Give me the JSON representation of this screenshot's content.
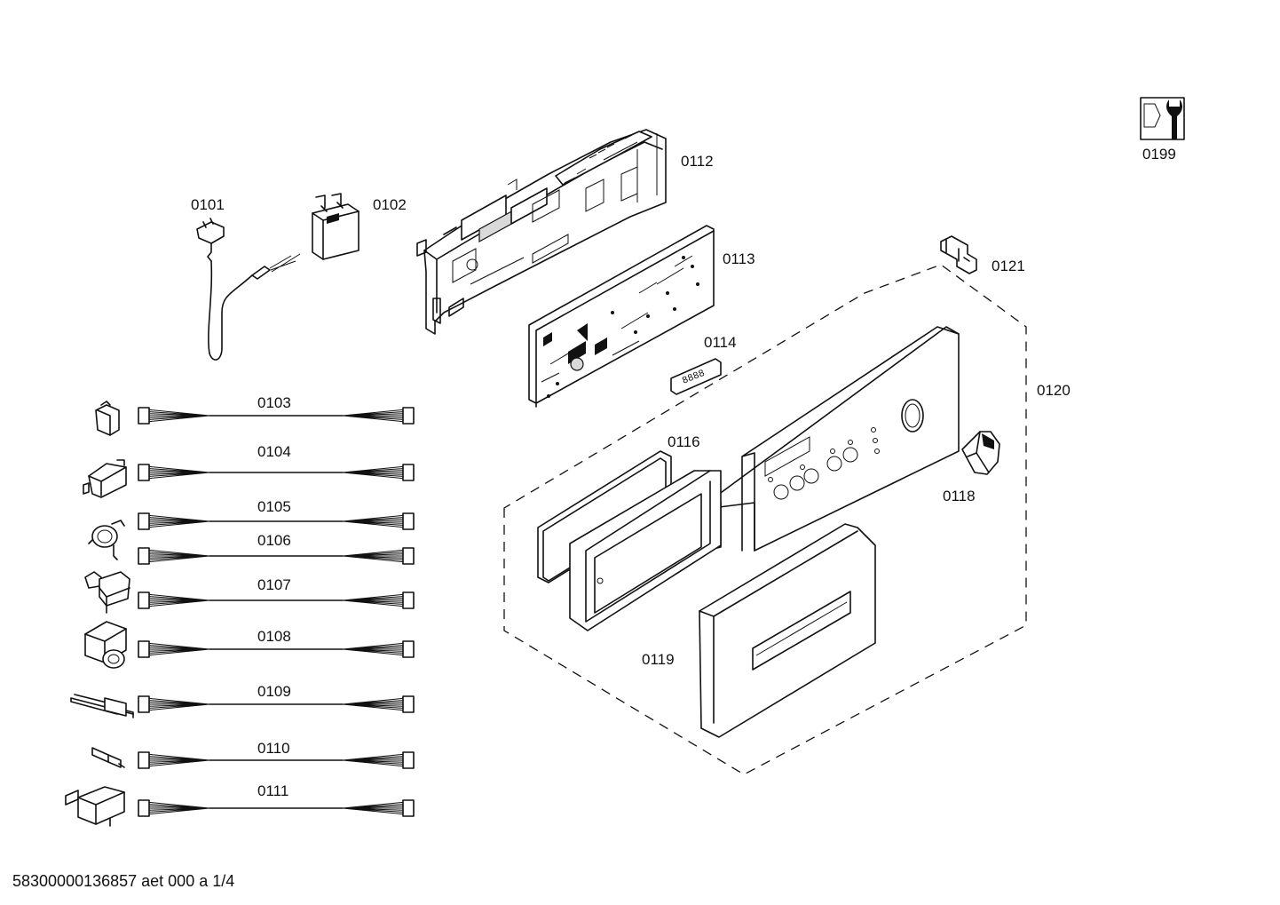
{
  "labels": {
    "p0101": "0101",
    "p0102": "0102",
    "p0103": "0103",
    "p0104": "0104",
    "p0105": "0105",
    "p0106": "0106",
    "p0107": "0107",
    "p0108": "0108",
    "p0109": "0109",
    "p0110": "0110",
    "p0111": "0111",
    "p0112": "0112",
    "p0113": "0113",
    "p0114": "0114",
    "p0116": "0116",
    "p0118": "0118",
    "p0119": "0119",
    "p0120": "0120",
    "p0121": "0121",
    "p0199": "0199"
  },
  "footer": "58300000136857 aet 000 a 1/4",
  "display_digits": "8888",
  "icons": {
    "tool": "wrench-nut-icon"
  }
}
